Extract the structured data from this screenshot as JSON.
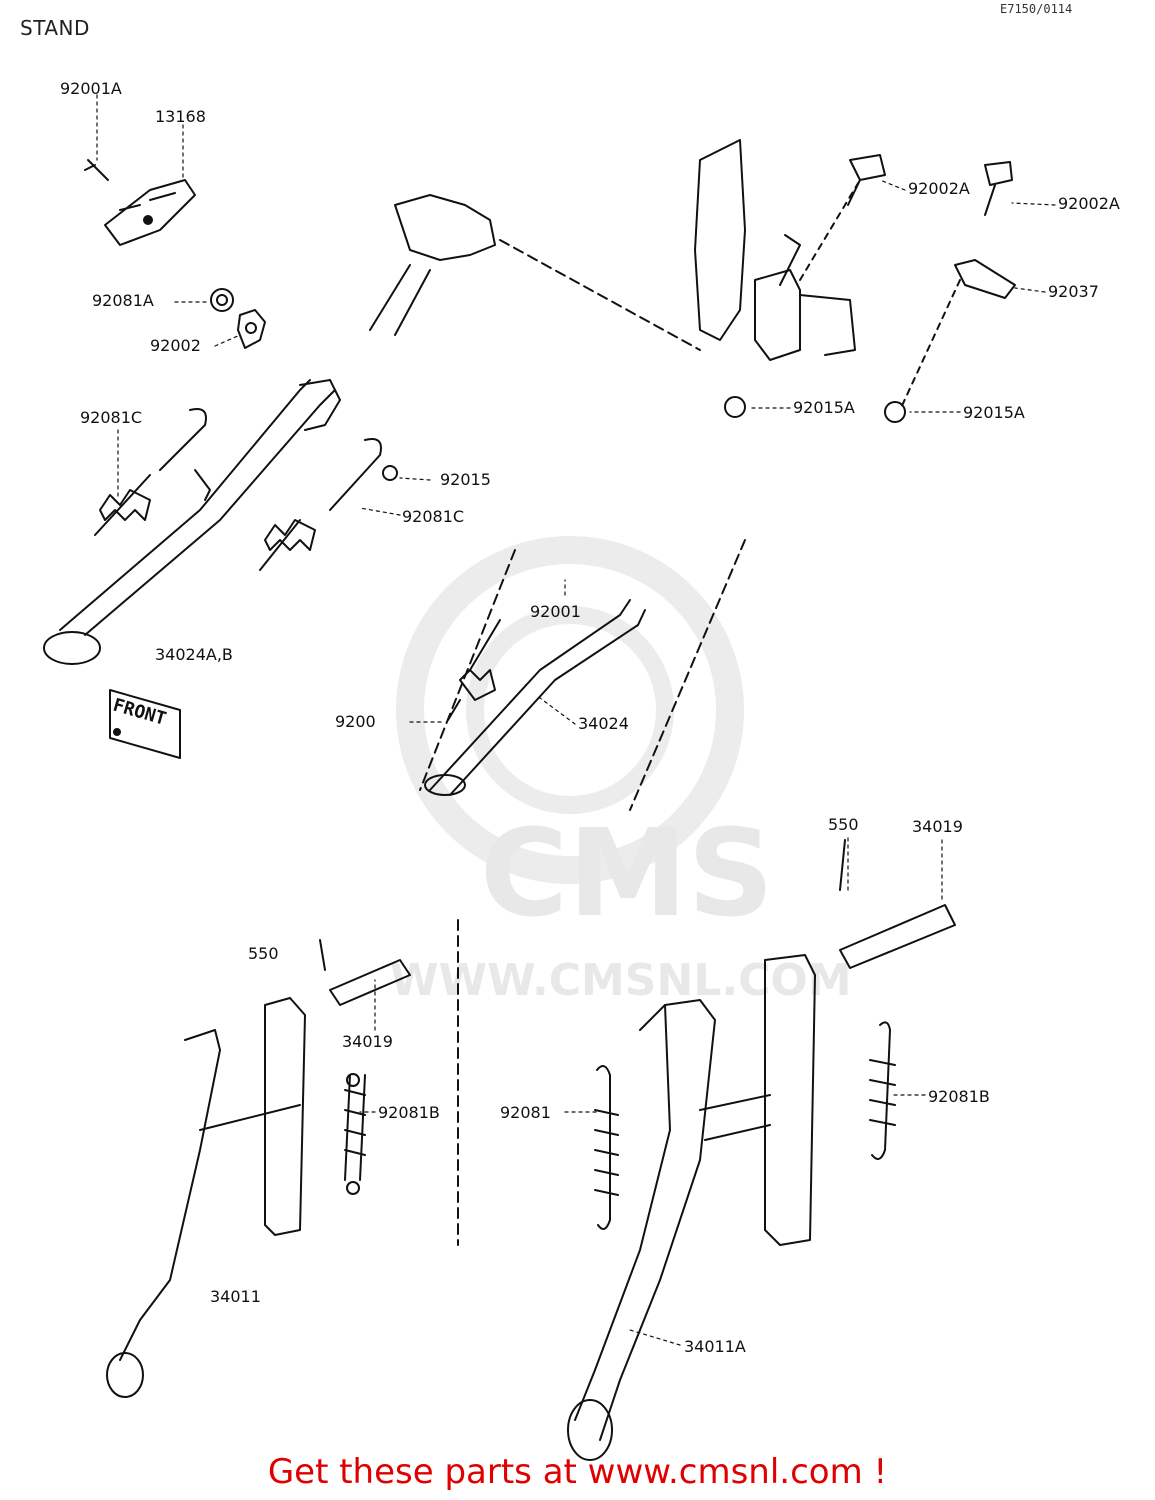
{
  "page": {
    "title": "STAND",
    "ref_code": "E7150/0114",
    "footer_text": "Get these parts at www.cmsnl.com !"
  },
  "watermark": {
    "brand": "CMS",
    "url": "WWW.CMSNL.COM"
  },
  "front_tag": "FRONT",
  "colors": {
    "line": "#111111",
    "footer": "#e00000",
    "watermark": "#e8e8e8"
  },
  "callouts": [
    {
      "id": "p1",
      "label": "92001A"
    },
    {
      "id": "p2",
      "label": "13168"
    },
    {
      "id": "p3",
      "label": "92081A"
    },
    {
      "id": "p4",
      "label": "92002"
    },
    {
      "id": "p5",
      "label": "92081C"
    },
    {
      "id": "p6",
      "label": "92015"
    },
    {
      "id": "p7",
      "label": "92081C"
    },
    {
      "id": "p8",
      "label": "34024A,B"
    },
    {
      "id": "p9",
      "label": "92002A"
    },
    {
      "id": "p10",
      "label": "92002A"
    },
    {
      "id": "p11",
      "label": "92037"
    },
    {
      "id": "p12",
      "label": "92015A"
    },
    {
      "id": "p13",
      "label": "92015A"
    },
    {
      "id": "p14",
      "label": "92001"
    },
    {
      "id": "p15",
      "label": "9200"
    },
    {
      "id": "p16",
      "label": "34024"
    },
    {
      "id": "p17",
      "label": "550"
    },
    {
      "id": "p18",
      "label": "34019"
    },
    {
      "id": "p19",
      "label": "550"
    },
    {
      "id": "p20",
      "label": "34019"
    },
    {
      "id": "p21",
      "label": "92081B"
    },
    {
      "id": "p22",
      "label": "92081"
    },
    {
      "id": "p23",
      "label": "92081B"
    },
    {
      "id": "p24",
      "label": "34011"
    },
    {
      "id": "p25",
      "label": "34011A"
    }
  ]
}
